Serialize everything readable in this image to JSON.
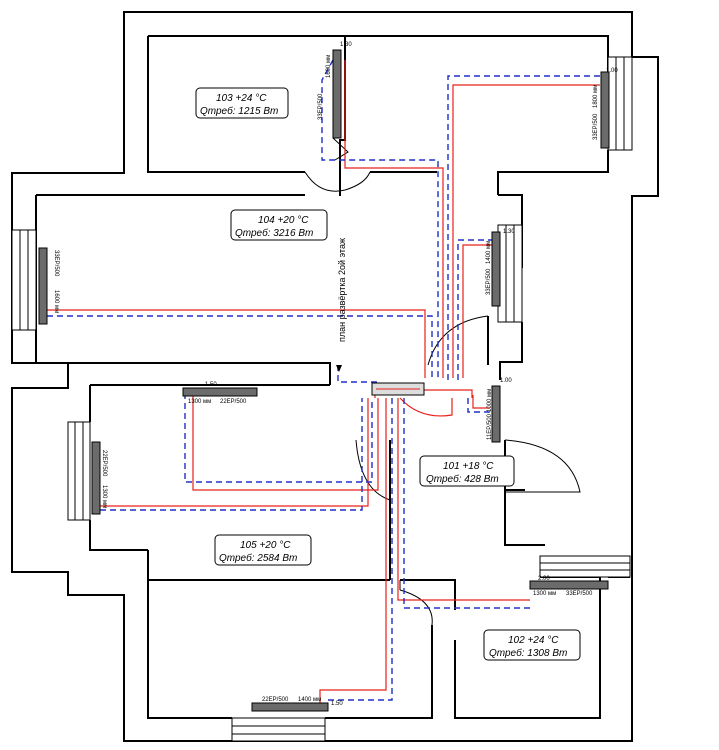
{
  "rooms": [
    {
      "id": "103",
      "temp_line": "103 +24 °C",
      "load_line": "Qтреб: 1215 Вт"
    },
    {
      "id": "104",
      "temp_line": "104 +20 °C",
      "load_line": "Qтреб: 3216 Вт"
    },
    {
      "id": "101",
      "temp_line": "101 +18 °C",
      "load_line": "Qтреб: 428 Вт"
    },
    {
      "id": "105",
      "temp_line": "105 +20 °C",
      "load_line": "Qтреб: 2584 Вт"
    },
    {
      "id": "102",
      "temp_line": "102 +24 °C",
      "load_line": "Qтреб: 1308 Вт"
    }
  ],
  "stair_label": "план развёртка 2ой этаж",
  "radiators": {
    "r103_model": "33ЕР/500",
    "r103_len": "1600 мм",
    "r103_val": "1.30",
    "r103b_model": "33ЕР/500",
    "r103b_len": "1800 мм",
    "r103b_val": "1.00",
    "r104_model": "33ЕР/500",
    "r104_len": "1600 мм",
    "r104b_model": "33ЕР/500",
    "r104b_len": "1400 мм",
    "r104b_val": "1.30",
    "r105a_model": "22ЕР/500",
    "r105a_len": "1300 мм",
    "r105a_val": "1.50",
    "r105b_model": "22ЕР/500",
    "r105b_len": "1300 мм",
    "r101_model": "11ЕР/500",
    "r101_len": "1000 мм",
    "r101_val": "1.00",
    "r102_model": "33ЕР/500",
    "r102_len": "1300 мм",
    "r102_val": "2.00",
    "r105c_model": "22ЕР/500",
    "r105c_len": "1400 мм",
    "r105c_val": "1.50"
  }
}
